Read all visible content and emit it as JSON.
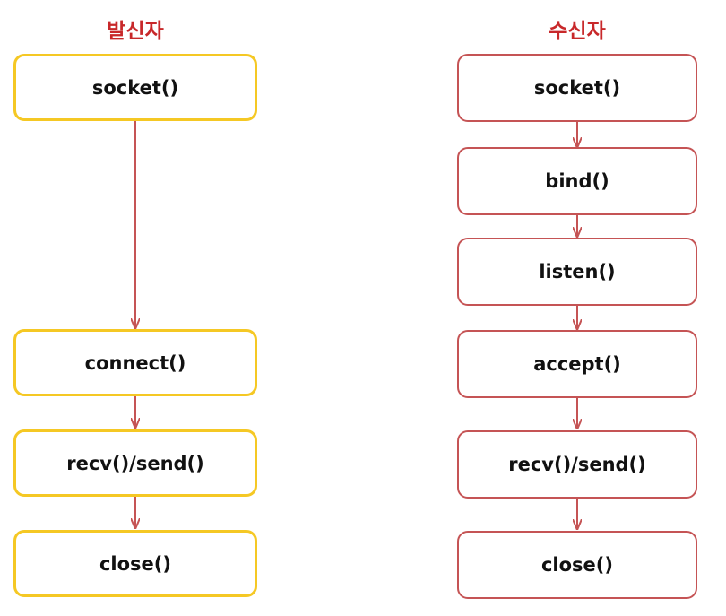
{
  "sender": {
    "title": "발신자",
    "border_color": "#f5c824",
    "steps": [
      "socket()",
      "connect()",
      "recv()/send()",
      "close()"
    ]
  },
  "receiver": {
    "title": "수신자",
    "border_color": "#c55455",
    "steps": [
      "socket()",
      "bind()",
      "listen()",
      "accept()",
      "recv()/send()",
      "close()"
    ]
  },
  "colors": {
    "title": "#c8282a",
    "arrow": "#c55455"
  }
}
